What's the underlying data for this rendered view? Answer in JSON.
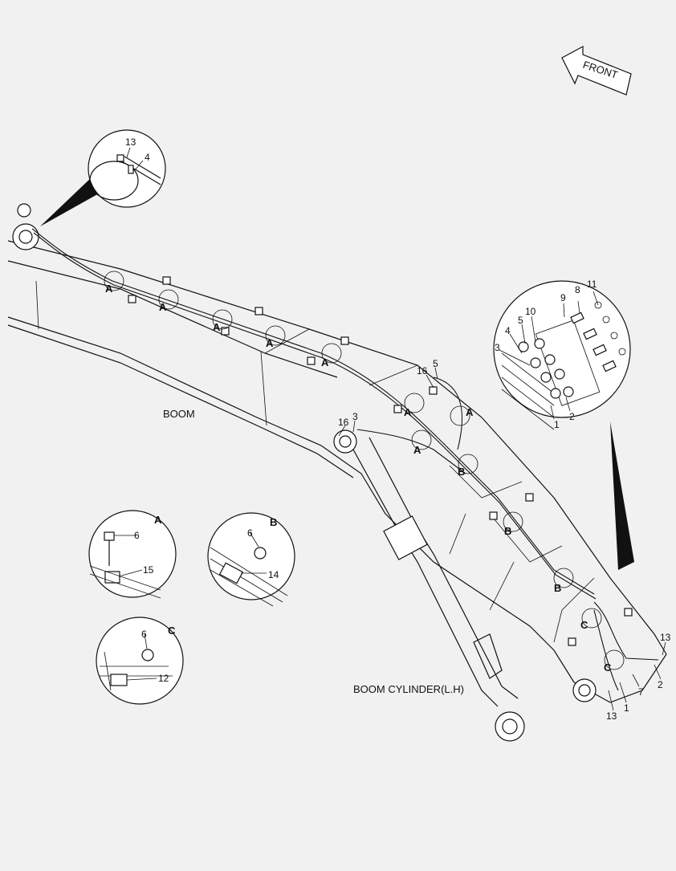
{
  "labels": {
    "front": "FRONT",
    "boom": "BOOM",
    "boom_cylinder": "BOOM CYLINDER(L.H)"
  },
  "callouts": [
    {
      "id": "c13a",
      "text": "13"
    },
    {
      "id": "c4a",
      "text": "4"
    },
    {
      "id": "c16a",
      "text": "16"
    },
    {
      "id": "c5a",
      "text": "5"
    },
    {
      "id": "c16b",
      "text": "16"
    },
    {
      "id": "c3a",
      "text": "3"
    },
    {
      "id": "c9",
      "text": "9"
    },
    {
      "id": "c8",
      "text": "8"
    },
    {
      "id": "c11",
      "text": "11"
    },
    {
      "id": "c10",
      "text": "10"
    },
    {
      "id": "c5b",
      "text": "5"
    },
    {
      "id": "c4b",
      "text": "4"
    },
    {
      "id": "c3b",
      "text": "3"
    },
    {
      "id": "c2a",
      "text": "2"
    },
    {
      "id": "c1a",
      "text": "1"
    },
    {
      "id": "c13b",
      "text": "13"
    },
    {
      "id": "c2b",
      "text": "2"
    },
    {
      "id": "c7",
      "text": "7"
    },
    {
      "id": "c1b",
      "text": "1"
    },
    {
      "id": "c13c",
      "text": "13"
    },
    {
      "id": "dA6",
      "text": "6"
    },
    {
      "id": "dA15",
      "text": "15"
    },
    {
      "id": "dB6",
      "text": "6"
    },
    {
      "id": "dB14",
      "text": "14"
    },
    {
      "id": "dC6",
      "text": "6"
    },
    {
      "id": "dC12",
      "text": "12"
    }
  ],
  "section_refs": [
    {
      "id": "rA1",
      "text": "A"
    },
    {
      "id": "rA2",
      "text": "A"
    },
    {
      "id": "rA3",
      "text": "A"
    },
    {
      "id": "rA4",
      "text": "A"
    },
    {
      "id": "rA5",
      "text": "A"
    },
    {
      "id": "rA6",
      "text": "A"
    },
    {
      "id": "rA7",
      "text": "A"
    },
    {
      "id": "rA8",
      "text": "A"
    },
    {
      "id": "rB1",
      "text": "B"
    },
    {
      "id": "rB2",
      "text": "B"
    },
    {
      "id": "rB3",
      "text": "B"
    },
    {
      "id": "rC1",
      "text": "C"
    },
    {
      "id": "rC2",
      "text": "C"
    }
  ],
  "details": [
    {
      "id": "detail-a",
      "title": "A"
    },
    {
      "id": "detail-b",
      "title": "B"
    },
    {
      "id": "detail-c",
      "title": "C"
    }
  ]
}
